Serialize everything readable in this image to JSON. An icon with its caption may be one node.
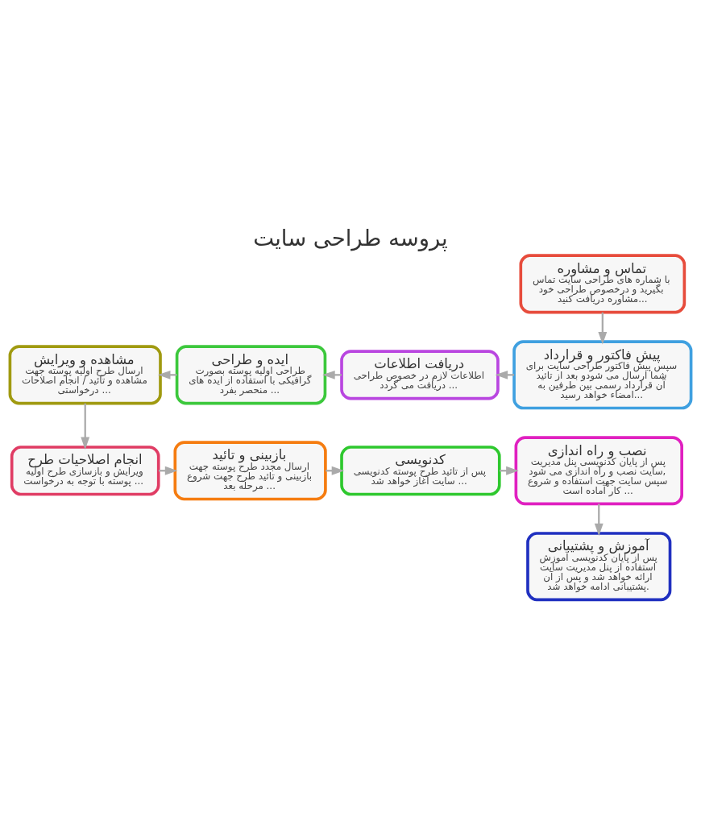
{
  "diagram": {
    "title": "پروسه طراحی سایت",
    "nodes": [
      {
        "text": [
          "تماس و مشاوره",
          "با شماره های طراحی سایت تماس بگیرید و درخصوص طراحی خود مشاوره دریافت کنید..."
        ]
      },
      {
        "text": [
          "پیش فاکتور و قرارداد",
          "سپس پیش فاکتور طراحی سایت برای شما ارسال می شودو بعد از تائید آن قرارداد رسمی بین طرفین به امضاء خواهد رسید..."
        ]
      },
      {
        "text": [
          "دریافت اطلاعات",
          "اطلاعات لازم در خصوص طراحی دریافت می گردد ..."
        ]
      },
      {
        "text": [
          "ایده و طراحی",
          "طراحی اولیه پوسته بصورت گرافیکی با استفاده از ایده های منحصر بفرد ..."
        ]
      },
      {
        "text": [
          "مشاهده و ویرایش",
          "ارسال طرح اولیه پوسته جهت مشاهده و تائید / انجام اصلاحات درخواستی ..."
        ]
      },
      {
        "text": [
          "انجام اصلاحیات طرح",
          "ویرایش و بازسازی طرح اولیه پوسته با توجه به درخواست ..."
        ]
      },
      {
        "text": [
          "بازبینی و تائید",
          "ارسال مجدد طرح پوسته جهت بازبینی و تائید طرح جهت شروع مرحله بعد ..."
        ]
      },
      {
        "text": [
          "کدنویسی",
          "پس از تائید طرح پوسته کدنویسی سایت آغاز خواهد شد ..."
        ]
      },
      {
        "text": [
          "نصب و راه اندازی",
          "پس از پایان کدنویسی پنل مدیریت سایت نصب و راه اندازی می شود, سپس سایت جهت استفاده و شروع کار آماده است ..."
        ]
      },
      {
        "text": [
          "آموزش و پشتیبانی",
          "پس از پایان کدنویسی آموزش استفاده از پنل مدیریت سایت ارائه خواهد شد و پس از آن پشتیبانی ادامه خواهد شد."
        ]
      }
    ],
    "edges": [
      {
        "from": 0,
        "to": 1,
        "arrow": "to"
      },
      {
        "from": 1,
        "to": 2,
        "arrow": "to"
      },
      {
        "from": 2,
        "to": 3,
        "arrow": "to"
      },
      {
        "from": 3,
        "to": 4,
        "arrow": "to"
      },
      {
        "from": 4,
        "to": 5,
        "arrow": "to"
      },
      {
        "from": 5,
        "to": 6,
        "arrow": "to"
      },
      {
        "from": 6,
        "to": 7,
        "arrow": "to"
      },
      {
        "from": 7,
        "to": 8,
        "arrow": "to"
      },
      {
        "from": 8,
        "to": 9,
        "arrow": "to"
      }
    ]
  }
}
